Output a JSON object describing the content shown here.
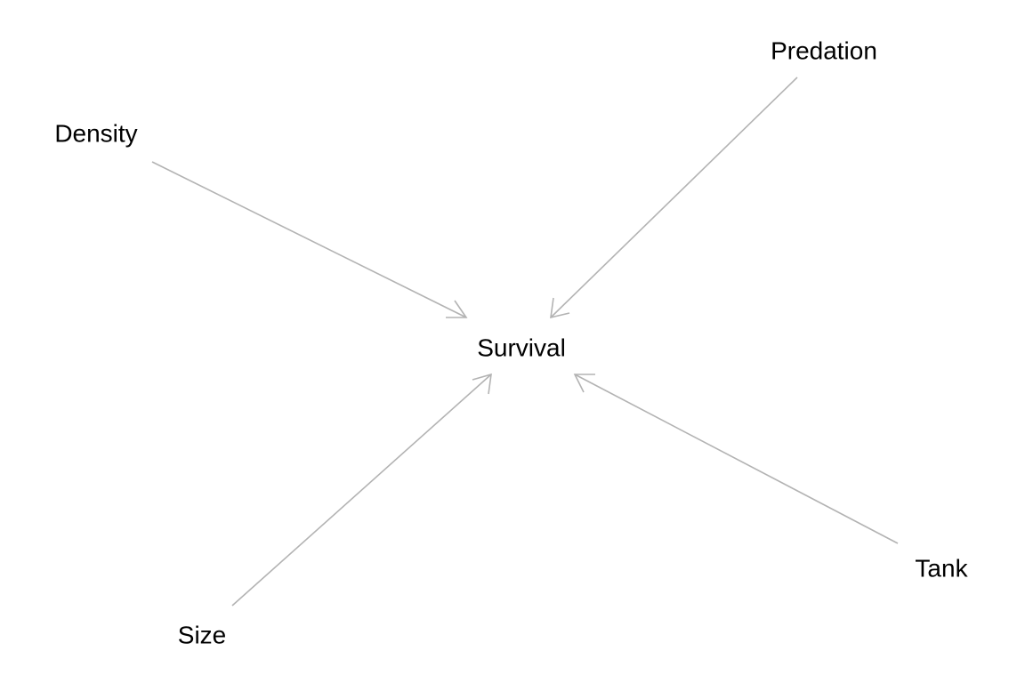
{
  "diagram": {
    "nodes": [
      {
        "id": "density",
        "label": "Density"
      },
      {
        "id": "predation",
        "label": "Predation"
      },
      {
        "id": "survival",
        "label": "Survival"
      },
      {
        "id": "size",
        "label": "Size"
      },
      {
        "id": "tank",
        "label": "Tank"
      }
    ],
    "edges": [
      {
        "from": "density",
        "to": "survival"
      },
      {
        "from": "predation",
        "to": "survival"
      },
      {
        "from": "size",
        "to": "survival"
      },
      {
        "from": "tank",
        "to": "survival"
      }
    ],
    "colors": {
      "edge": "#b3b3b3",
      "text": "#000000",
      "background": "#ffffff"
    }
  }
}
